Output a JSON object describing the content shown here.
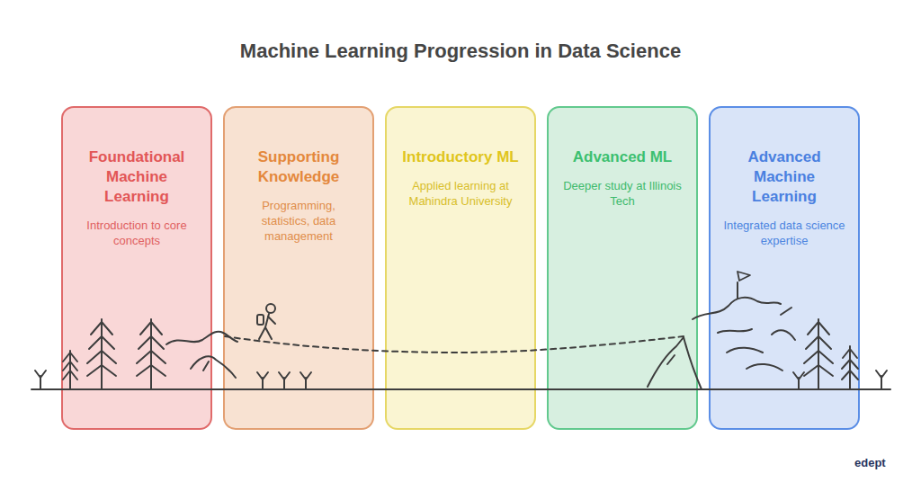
{
  "diagram": {
    "title": "Machine Learning Progression in Data Science",
    "nodes": [
      {
        "text": [
          "Foundational Machine Learning",
          "Introduction to core concepts"
        ]
      },
      {
        "text": [
          "Supporting Knowledge",
          "Programming, statistics, data management"
        ]
      },
      {
        "text": [
          "Introductory ML",
          "Applied learning at Mahindra University"
        ]
      },
      {
        "text": [
          "Advanced ML",
          "Deeper study at Illinois Tech"
        ]
      },
      {
        "text": [
          "Advanced Machine Learning",
          "Integrated data science expertise"
        ]
      }
    ],
    "labels": [
      "edept"
    ]
  }
}
